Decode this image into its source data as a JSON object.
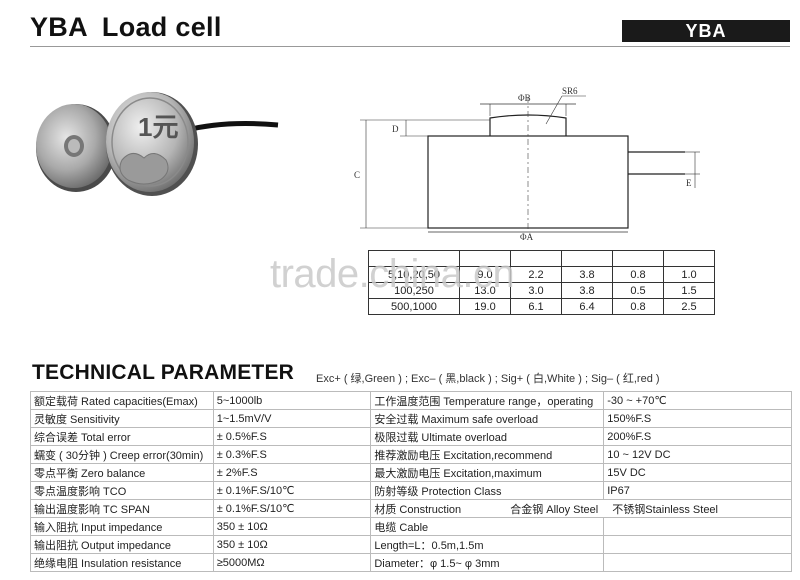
{
  "header": {
    "title_model": "YBA",
    "title_text": "Load cell",
    "model_badge": "YBA"
  },
  "photo": {
    "coin_text": "1元",
    "icon": "load-cell-photo"
  },
  "drawing": {
    "labels": {
      "phi_b": "ΦB",
      "sr": "SR6",
      "d": "D",
      "c": "C",
      "e": "E",
      "phi_a": "ΦA"
    }
  },
  "dimension_table": {
    "rows": [
      [
        "",
        "",
        "",
        "",
        "",
        ""
      ],
      [
        "5,10,20,50",
        "9.0",
        "2.2",
        "3.8",
        "0.8",
        "1.0"
      ],
      [
        "100,250",
        "13.0",
        "3.0",
        "3.8",
        "0.5",
        "1.5"
      ],
      [
        "500,1000",
        "19.0",
        "6.1",
        "6.4",
        "0.8",
        "2.5"
      ]
    ]
  },
  "watermark": "trade.china.cn",
  "technical": {
    "heading": "TECHNICAL PARAMETER",
    "wires": "Exc+ ( 绿,Green ) ; Exc– ( 黑,black ) ; Sig+ ( 白,White ) ; Sig– ( 红,red )",
    "rows": [
      [
        "额定载荷 Rated capacities(Emax)",
        "5~1000lb",
        "工作温度范围 Temperature range，operating",
        "-30 ~ +70℃"
      ],
      [
        "灵敏度 Sensitivity",
        "1~1.5mV/V",
        "安全过载 Maximum safe overload",
        "150%F.S"
      ],
      [
        "综合误差 Total error",
        "± 0.5%F.S",
        "极限过载 Ultimate overload",
        "200%F.S"
      ],
      [
        "蠕变 ( 30分钟 ) Creep error(30min)",
        "± 0.3%F.S",
        "推荐激励电压 Excitation,recommend",
        "10 ~ 12V DC"
      ],
      [
        "零点平衡 Zero balance",
        "± 2%F.S",
        "最大激励电压 Excitation,maximum",
        "15V DC"
      ],
      [
        "零点温度影响 TCO",
        "± 0.1%F.S/10℃",
        "防射等级 Protection Class",
        "IP67"
      ],
      [
        "输出温度影响 TC SPAN",
        "± 0.1%F.S/10℃",
        "材质 Construction",
        "合金钢 Alloy Steel"
      ],
      [
        "输入阻抗 Input impedance",
        "350 ± 10Ω",
        "电缆 Cable",
        ""
      ],
      [
        "输出阻抗 Output impedance",
        "350 ± 10Ω",
        "Length=L：0.5m,1.5m",
        ""
      ],
      [
        "绝缘电阻 Insulation resistance",
        "≥5000MΩ",
        "Diameter：φ 1.5~ φ 3mm",
        ""
      ]
    ],
    "construction_alt": "不锈钢Stainless Steel"
  }
}
